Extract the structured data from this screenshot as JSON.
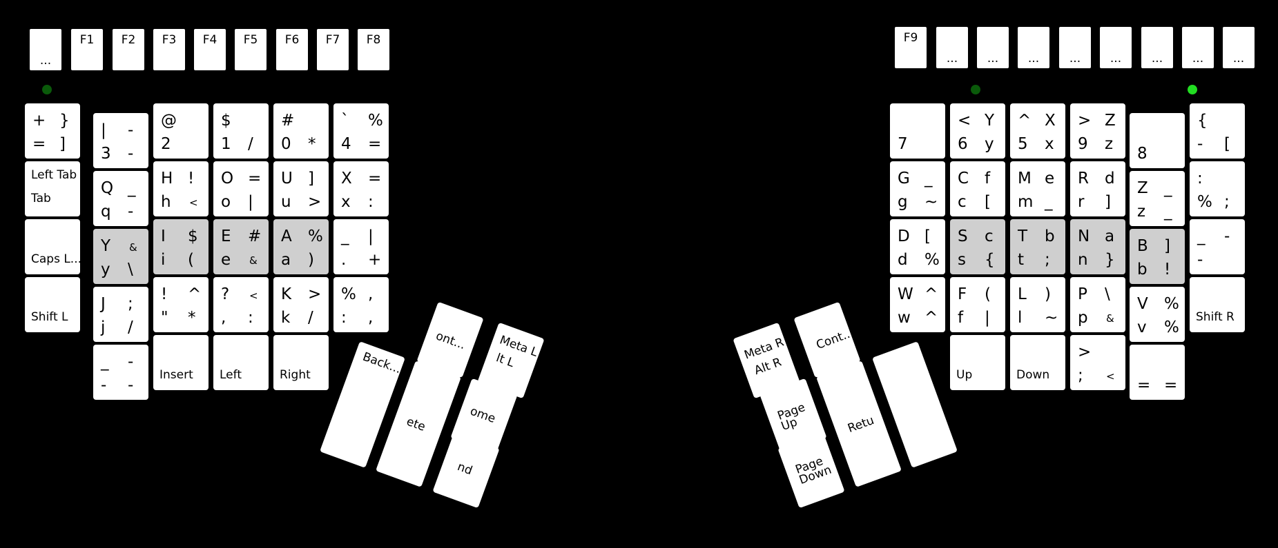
{
  "left_fn_row": [
    "...",
    "F1",
    "F2",
    "F3",
    "F4",
    "F5",
    "F6",
    "F7",
    "F8"
  ],
  "right_fn_row": [
    "F9",
    "...",
    "...",
    "...",
    "...",
    "...",
    "...",
    "...",
    "..."
  ],
  "leds": {
    "left": "#0a5a0a",
    "right_dim": "#0a5a0a",
    "right_bright": "#22dd22"
  },
  "colors": {
    "background": "#000000",
    "key": "#ffffff",
    "home_key": "#cfcfcf"
  },
  "left_half": {
    "col1": [
      {
        "two": [
          "+",
          "}",
          "=",
          "]"
        ]
      },
      {
        "lines": [
          "Left Tab",
          "Tab"
        ]
      },
      {
        "label": "Caps L..."
      },
      {
        "label": "Shift L"
      }
    ],
    "col2": [
      {
        "two": [
          "|",
          "-",
          "3",
          "-"
        ]
      },
      {
        "two": [
          "Q",
          "_",
          "q",
          "-"
        ]
      },
      {
        "two": [
          "Y",
          "&",
          "y",
          "\\"
        ],
        "gray": true
      },
      {
        "two": [
          "J",
          ";",
          "j",
          "/"
        ]
      },
      {
        "two": [
          "_",
          "-",
          "-",
          "-"
        ]
      }
    ],
    "col3": [
      {
        "two": [
          "@",
          "",
          "2",
          ""
        ]
      },
      {
        "two": [
          "H",
          "!",
          "h",
          "<"
        ]
      },
      {
        "two": [
          "I",
          "$",
          "i",
          "("
        ],
        "gray": true
      },
      {
        "two": [
          "!",
          "^",
          "\"",
          "*"
        ]
      },
      {
        "label": "Insert"
      }
    ],
    "col4": [
      {
        "two": [
          "$",
          "",
          "1",
          "/"
        ]
      },
      {
        "two": [
          "O",
          "=",
          "o",
          "|"
        ]
      },
      {
        "two": [
          "E",
          "#",
          "e",
          "&"
        ],
        "gray": true
      },
      {
        "two": [
          "?",
          "<",
          ",",
          ":"
        ]
      },
      {
        "label": "Left"
      }
    ],
    "col5": [
      {
        "two": [
          "#",
          "",
          "0",
          "*"
        ]
      },
      {
        "two": [
          "U",
          "]",
          "u",
          ">"
        ]
      },
      {
        "two": [
          "A",
          "%",
          "a",
          ")"
        ],
        "gray": true
      },
      {
        "two": [
          "K",
          ">",
          "k",
          "/"
        ]
      },
      {
        "label": "Right"
      }
    ],
    "col6": [
      {
        "two": [
          "`",
          "%",
          "4",
          "="
        ]
      },
      {
        "two": [
          "X",
          "=",
          "x",
          ":"
        ]
      },
      {
        "two": [
          "_",
          "|",
          ".",
          "+"
        ]
      },
      {
        "two": [
          "%",
          ",",
          ":",
          ","
        ]
      }
    ]
  },
  "right_half": {
    "col1": [
      {
        "two": [
          "",
          "",
          "7",
          ""
        ]
      },
      {
        "two": [
          "G",
          "_",
          "g",
          "~"
        ]
      },
      {
        "two": [
          "D",
          "[",
          "d",
          "%"
        ]
      },
      {
        "two": [
          "W",
          "^",
          "w",
          "^"
        ]
      }
    ],
    "col2": [
      {
        "two": [
          "<",
          "Y",
          "6",
          "y"
        ]
      },
      {
        "two": [
          "C",
          "f",
          "c",
          "["
        ]
      },
      {
        "two": [
          "S",
          "c",
          "s",
          "{"
        ],
        "gray": true
      },
      {
        "two": [
          "F",
          "(",
          "f",
          "|"
        ]
      },
      {
        "label": "Up"
      }
    ],
    "col3": [
      {
        "two": [
          "^",
          "X",
          "5",
          "x"
        ]
      },
      {
        "two": [
          "M",
          "e",
          "m",
          "_"
        ]
      },
      {
        "two": [
          "T",
          "b",
          "t",
          ";"
        ],
        "gray": true
      },
      {
        "two": [
          "L",
          ")",
          "l",
          "~"
        ]
      },
      {
        "label": "Down"
      }
    ],
    "col4": [
      {
        "two": [
          ">",
          "Z",
          "9",
          "z"
        ]
      },
      {
        "two": [
          "R",
          "d",
          "r",
          "]"
        ]
      },
      {
        "two": [
          "N",
          "a",
          "n",
          "}"
        ],
        "gray": true
      },
      {
        "two": [
          "P",
          "\\",
          "p",
          "&"
        ]
      },
      {
        "two": [
          ">",
          "",
          ";",
          "<"
        ]
      }
    ],
    "col5": [
      {
        "two": [
          "",
          "",
          "8",
          ""
        ]
      },
      {
        "two": [
          "Z",
          "_",
          "z",
          "_"
        ]
      },
      {
        "two": [
          "B",
          "]",
          "b",
          "!"
        ],
        "gray": true
      },
      {
        "two": [
          "V",
          "%",
          "v",
          "%"
        ]
      },
      {
        "two": [
          "",
          "",
          "=",
          "="
        ]
      }
    ],
    "col6": [
      {
        "two": [
          "{",
          "",
          "-",
          "["
        ]
      },
      {
        "two": [
          ":",
          "",
          "%",
          ";"
        ]
      },
      {
        "two": [
          "_",
          "-",
          "-",
          ""
        ]
      },
      {
        "label": "Shift R"
      }
    ]
  },
  "left_thumb": {
    "meta": [
      "Meta L",
      "lt L"
    ],
    "cont": "ont...",
    "back": "Back...",
    "delete": "ete",
    "home": "ome",
    "end": "nd"
  },
  "right_thumb": {
    "meta": [
      "Meta R",
      "Alt R"
    ],
    "cont": "Cont..",
    "pageup": [
      "Page",
      "Up"
    ],
    "pagedown": [
      "Page",
      "Down"
    ],
    "return": "Retu",
    "space": ""
  }
}
